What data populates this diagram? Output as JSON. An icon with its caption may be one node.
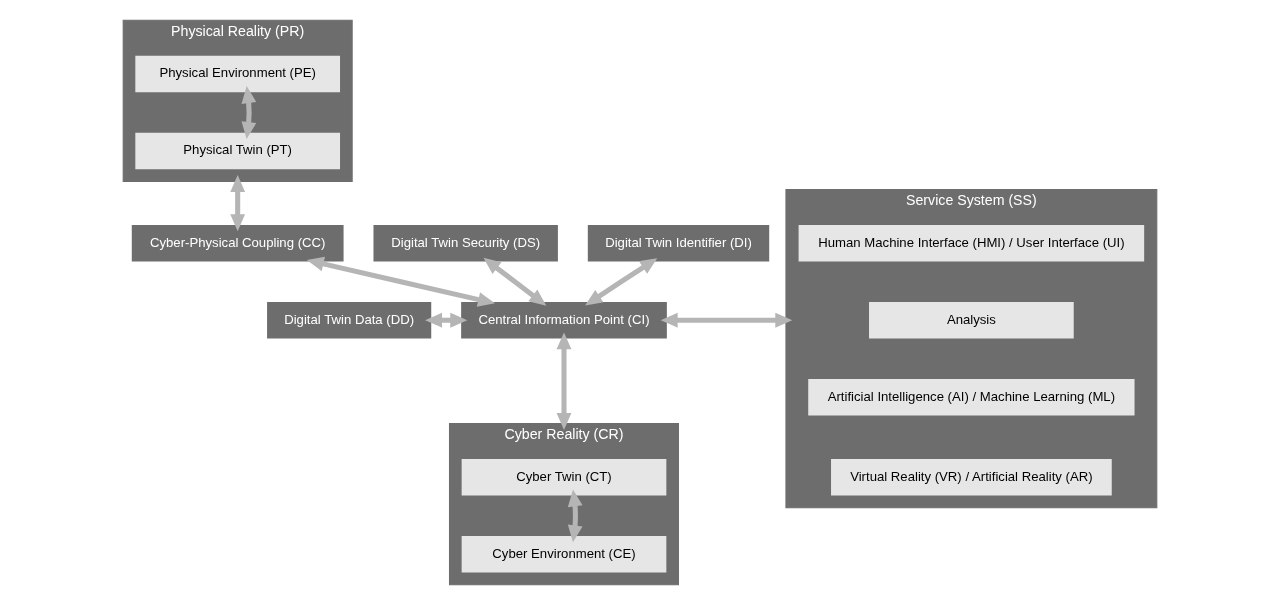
{
  "diagram": {
    "nodes": [
      {
        "text": [
          "Physical Reality (PR)"
        ]
      },
      {
        "text": [
          "Physical Environment (PE)"
        ],
        "in": 0
      },
      {
        "text": [
          "Physical Twin (PT)"
        ],
        "in": 0
      },
      {
        "text": [
          "Digital Twin Security (DS)"
        ]
      },
      {
        "text": [
          "Cyber-Physical Coupling (CC)"
        ]
      },
      {
        "text": [
          "Digital Twin Identifier (DI)"
        ]
      },
      {
        "text": [
          "Service System (SS)"
        ]
      },
      {
        "text": [
          "Human Machine Interface (HMI) / User Interface (UI)"
        ],
        "in": 6
      },
      {
        "text": [
          "Analysis"
        ],
        "in": 6
      },
      {
        "text": [
          "Artificial Intelligence (AI) / Machine Learning (ML)"
        ],
        "in": 6
      },
      {
        "text": [
          "Virtual Reality (VR) / Artificial Reality (AR)"
        ],
        "in": 6
      },
      {
        "text": [
          "Digital Twin Data (DD)"
        ]
      },
      {
        "text": [
          "Central Information Point (CI)"
        ]
      },
      {
        "text": [
          "Cyber Reality (CR)"
        ]
      },
      {
        "text": [
          "Cyber Twin (CT)"
        ],
        "in": 13
      },
      {
        "text": [
          "Cyber Environment (CE)"
        ],
        "in": 13
      }
    ],
    "edges": [
      {
        "from": 1,
        "to": 2,
        "arrow": "both"
      },
      {
        "from": 4,
        "to": 0,
        "arrow": "both"
      },
      {
        "from": 3,
        "to": 12,
        "arrow": "both"
      },
      {
        "from": 4,
        "to": 12,
        "arrow": "both"
      },
      {
        "from": 5,
        "to": 12,
        "arrow": "both"
      },
      {
        "from": 11,
        "to": 12,
        "arrow": "both"
      },
      {
        "from": 12,
        "to": 6,
        "arrow": "both"
      },
      {
        "from": 12,
        "to": 13,
        "arrow": "both"
      },
      {
        "from": 14,
        "to": 15,
        "arrow": "both"
      }
    ]
  }
}
